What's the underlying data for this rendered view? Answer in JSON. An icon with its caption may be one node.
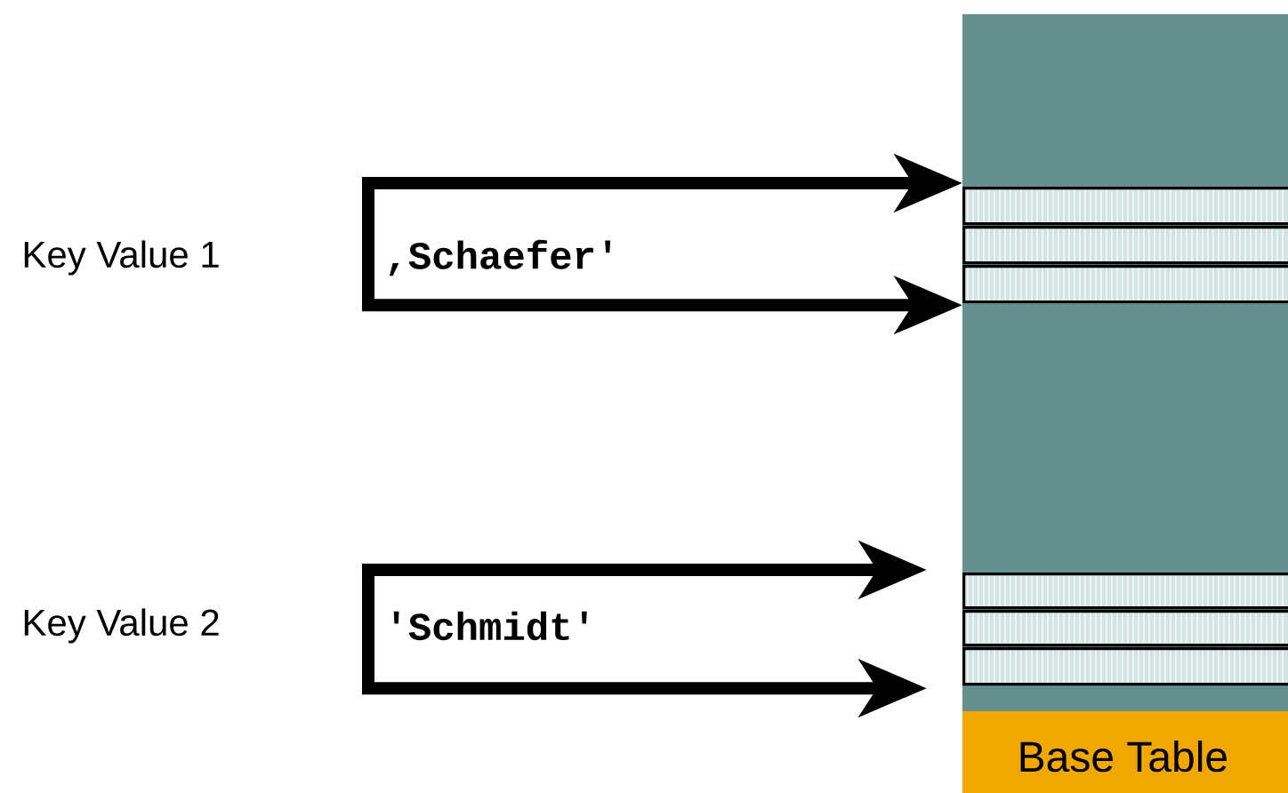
{
  "diagram": {
    "nodes": [
      {
        "text": [
          "Base Table"
        ]
      },
      {
        "text": [],
        "shape": "bar",
        "in": 0
      },
      {
        "text": [],
        "shape": "bar",
        "in": 0
      },
      {
        "text": [],
        "shape": "bar",
        "in": 0
      },
      {
        "text": [],
        "shape": "bar",
        "in": 0
      },
      {
        "text": [],
        "shape": "bar",
        "in": 0
      },
      {
        "text": [],
        "shape": "bar",
        "in": 0
      },
      {
        "text": [
          ",Schaefer'"
        ]
      },
      {
        "text": [
          "'Schmidt'"
        ]
      }
    ],
    "edges": [
      {
        "from": 7,
        "to": 1,
        "arrow": "to"
      },
      {
        "from": 7,
        "to": 3,
        "arrow": "to"
      },
      {
        "from": 8,
        "to": 4,
        "arrow": "to"
      },
      {
        "from": 8,
        "to": 6,
        "arrow": "to"
      }
    ],
    "labels": [
      "Key Value 1",
      "Key Value 2"
    ]
  }
}
